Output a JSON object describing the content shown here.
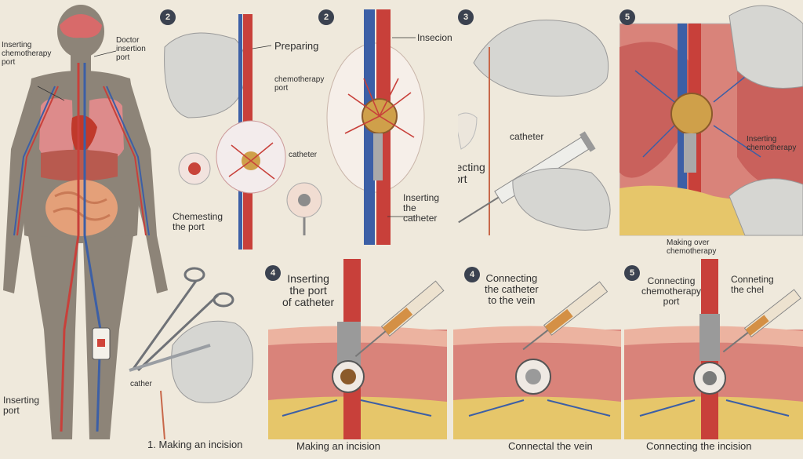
{
  "figure": {
    "left_panel": {
      "label_a": "Inserting\nchemotherapy\nport",
      "label_b": "Doctor\ninsertion\nport",
      "label_c": "Inserting\nport",
      "label_d": "cather",
      "caption": "1. Making an incision"
    },
    "panel2": {
      "number": "2",
      "label_preparing": "Preparing",
      "label_chemo": "chemotherapy\nport",
      "label_catheter": "catheter",
      "label_chemesting": "Chemesting\nthe port"
    },
    "panel_mid": {
      "number": "2",
      "label_incision": "Insecion",
      "label_inserting": "Inserting\nthe\ncatheter"
    },
    "panel3": {
      "number": "3",
      "label_catheter": "catheter",
      "label_connecting": "Connecting\nthe port"
    },
    "panel5": {
      "number": "5",
      "label_right": "Inserting\nchemotherapy",
      "label_bottom": "Making over\nchemotherapy"
    },
    "bottom1": {
      "number": "4",
      "label": "Inserting\nthe port\nof catheter",
      "caption": "Making an incision"
    },
    "bottom2": {
      "number": "4",
      "label": "Connecting\nthe catheter\nto the vein",
      "caption": "Connectal the vein"
    },
    "bottom3": {
      "number": "5",
      "label_left": "Connecting\nchemotherapy\nport",
      "label_right": "Conneting\nthe chel",
      "caption": "Connecting the incision"
    }
  },
  "colors": {
    "background": "#efe9dc",
    "artery": "#c8403a",
    "vein": "#3c5fa6",
    "skin_tissue": "#d9837a",
    "fat": "#e6c66a",
    "body": "#8d8478",
    "glove": "#d6d6d2",
    "port": "#cfa04a"
  }
}
